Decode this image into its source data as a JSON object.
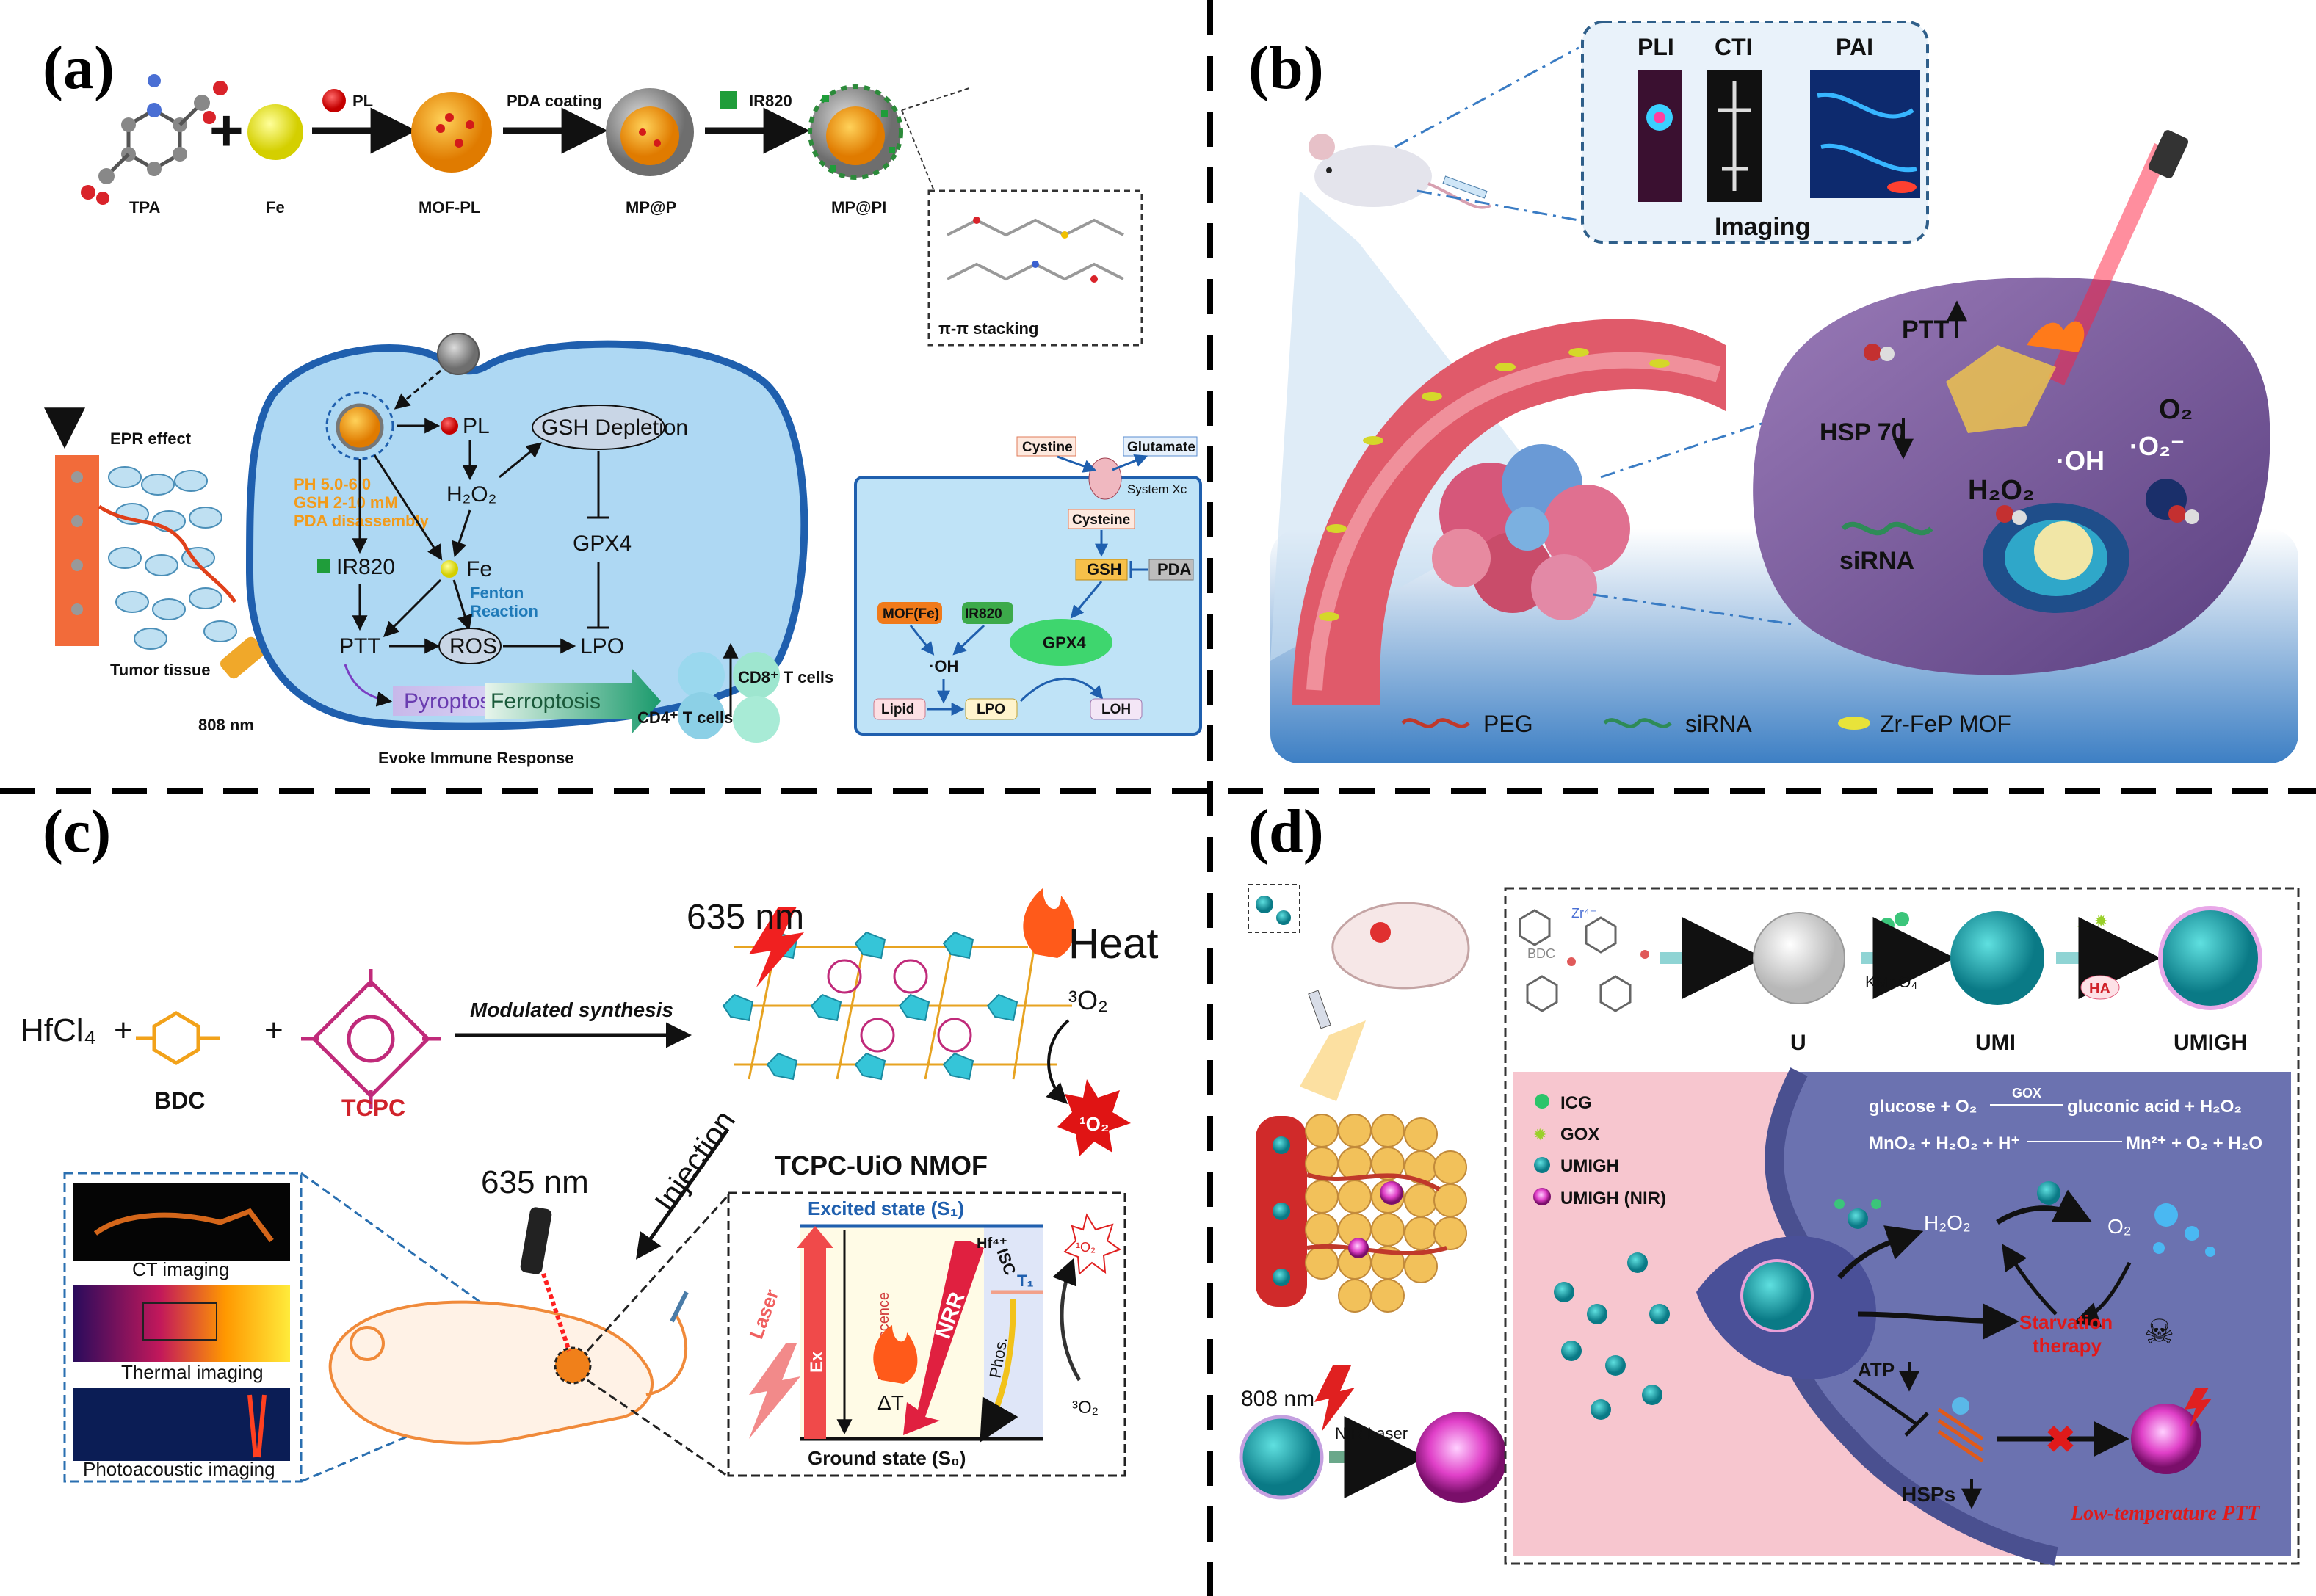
{
  "panels": {
    "a": {
      "label": "(a)",
      "synthesis": {
        "tpa": "TPA",
        "fe": "Fe",
        "pl": "PL",
        "mof_pl": "MOF-PL",
        "pda_coating": "PDA coating",
        "mp_p": "MP@P",
        "ir820": "IR820",
        "mp_pi": "MP@PI",
        "pi_stacking": "π-π stacking"
      },
      "cell": {
        "epr": "EPR effect",
        "tumor_tissue": "Tumor tissue",
        "laser": "808 nm",
        "ph": "PH 5.0-6.0",
        "gsh": "GSH 2-10 mM",
        "pda_dis": "PDA disassembly",
        "pl": "PL",
        "h2o2": "H₂O₂",
        "gsh_depletion": "GSH Depletion",
        "gpx4": "GPX4",
        "ir820": "IR820",
        "fe": "Fe",
        "fenton1": "Fenton",
        "fenton2": "Reaction",
        "ptt": "PTT",
        "ros": "ROS",
        "lpo": "LPO",
        "pyroptosis": "Pyroptosis",
        "ferroptosis": "Ferroptosis",
        "immune": "Evoke Immune Response",
        "cd8": "CD8⁺ T cells",
        "cd4": "CD4⁺ T cells"
      },
      "pathway": {
        "cystine": "Cystine",
        "glutamate": "Glutamate",
        "system": "System Xc⁻",
        "cysteine": "Cysteine",
        "gsh": "GSH",
        "pda": "PDA",
        "mof_fe": "MOF(Fe)",
        "ir820": "IR820",
        "oh": "·OH",
        "gpx4": "GPX4",
        "lipid": "Lipid",
        "lpo": "LPO",
        "loh": "LOH"
      }
    },
    "b": {
      "label": "(b)",
      "pli": "PLI",
      "cti": "CTI",
      "pai": "PAI",
      "imaging": "Imaging",
      "ptt": "PTT",
      "hsp70": "HSP 70",
      "sirna_lbl": "siRNA",
      "h2o2": "H₂O₂",
      "oh": "·OH",
      "o2": "O₂",
      "o2r": "·O₂⁻",
      "legend": [
        "PEG",
        "siRNA",
        "Zr-FeP MOF"
      ],
      "colors": {
        "peg": "#c0392b",
        "sirna": "#2e8b57",
        "mof": "#e8e33a"
      }
    },
    "c": {
      "label": "(c)",
      "hfcl4": "HfCl₄",
      "plus1": "+",
      "plus2": "+",
      "bdc": "BDC",
      "tcpc": "TCPC",
      "modulated": "Modulated synthesis",
      "laser_top": "635 nm",
      "heat": "Heat",
      "o2_3": "³O₂",
      "o2_1": "¹O₂",
      "nmof": "TCPC-UiO NMOF",
      "injection": "Injection",
      "laser_mouse": "635 nm",
      "ct": "CT imaging",
      "thermal": "Thermal imaging",
      "photoacoustic": "Photoacoustic imaging",
      "excited": "Excited state (S₁)",
      "ground": "Ground state (S₀)",
      "laser": "Laser",
      "ex": "Ex",
      "fluorescence": "Fluorescence",
      "dt": "ΔT",
      "nrr": "NRR",
      "isc": "ISC",
      "hf": "Hf⁴⁺",
      "t1": "T₁",
      "phos": "Phos.",
      "o2_3b": "³O₂",
      "o2_1b": "¹O₂"
    },
    "d": {
      "label": "(d)",
      "bdc": "BDC",
      "zr": "Zr⁴⁺",
      "kmno4": "KMnO₄",
      "ha": "HA",
      "u": "U",
      "umi": "UMI",
      "umigh": "UMIGH",
      "legend": [
        "ICG",
        "GOX",
        "UMIGH",
        "UMIGH (NIR)"
      ],
      "eq1_left": "glucose + O₂",
      "eq1_gox": "GOX",
      "eq1_right": "gluconic acid + H₂O₂",
      "eq2_left": "MnO₂ + H₂O₂ + H⁺",
      "eq2_right": "Mn²⁺ + O₂ + H₂O",
      "h2o2": "H₂O₂",
      "o2": "O₂",
      "starv1": "Starvation",
      "starv2": "therapy",
      "atp": "ATP",
      "hsps": "HSPs",
      "lowptt": "Low-temperature PTT",
      "laser": "808 nm",
      "nir": "NIR Laser"
    }
  }
}
